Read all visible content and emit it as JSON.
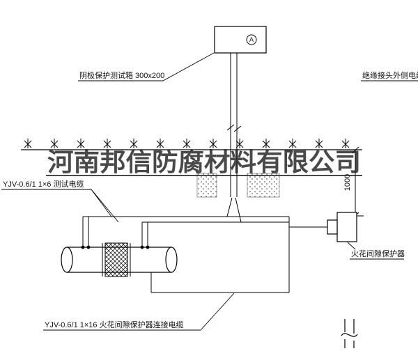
{
  "watermark": {
    "text": "河南邦信防腐材料有限公司"
  },
  "test_box": {
    "meter_letter": "A",
    "label": "阴极保护测试箱 300x200"
  },
  "labels": {
    "insulated_joint_cable": "绝缘接头外侧电缆",
    "test_cable": "YJV-0.6/1 1×6  测试电缆",
    "spark_gap_protector": "火花间隙保护器",
    "spark_gap_cable": "YJV-0.6/1 1×16  火花间隙保护器连接电缆",
    "dimension_1000": "1000"
  },
  "colors": {
    "line": "#000000",
    "watermark": "#222222",
    "background": "#ffffff"
  }
}
